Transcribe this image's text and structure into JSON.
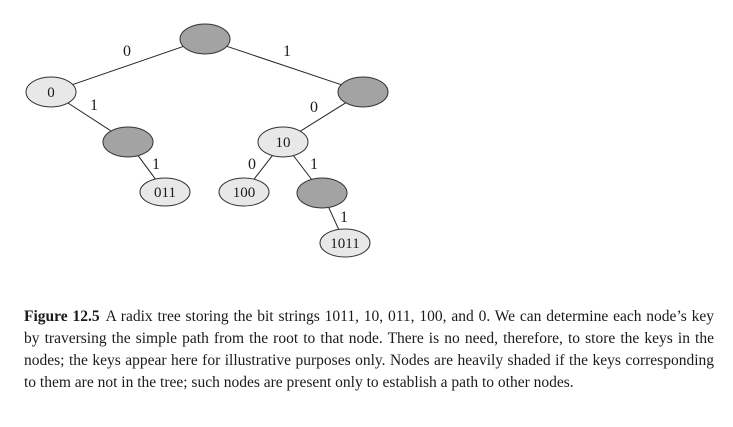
{
  "tree": {
    "nodes": [
      {
        "id": "root",
        "key": "",
        "shaded": true
      },
      {
        "id": "n0",
        "key": "0",
        "shaded": false
      },
      {
        "id": "n1",
        "key": "",
        "shaded": true
      },
      {
        "id": "n01",
        "key": "",
        "shaded": true
      },
      {
        "id": "n10",
        "key": "10",
        "shaded": false
      },
      {
        "id": "n011",
        "key": "011",
        "shaded": false
      },
      {
        "id": "n100",
        "key": "100",
        "shaded": false
      },
      {
        "id": "n101",
        "key": "",
        "shaded": true
      },
      {
        "id": "n1011",
        "key": "1011",
        "shaded": false
      }
    ],
    "edges": [
      {
        "from": "root",
        "to": "n0",
        "bit": "0"
      },
      {
        "from": "root",
        "to": "n1",
        "bit": "1"
      },
      {
        "from": "n0",
        "to": "n01",
        "bit": "1"
      },
      {
        "from": "n1",
        "to": "n10",
        "bit": "0"
      },
      {
        "from": "n01",
        "to": "n011",
        "bit": "1"
      },
      {
        "from": "n10",
        "to": "n100",
        "bit": "0"
      },
      {
        "from": "n10",
        "to": "n101",
        "bit": "1"
      },
      {
        "from": "n101",
        "to": "n1011",
        "bit": "1"
      }
    ],
    "colors": {
      "shaded": "#a3a3a3",
      "unshaded": "#e8e8e8"
    }
  },
  "caption": {
    "label": "Figure 12.5",
    "text": "A radix tree storing the bit strings 1011, 10, 011, 100, and 0. We can determine each node’s key by traversing the simple path from the root to that node. There is no need, therefore, to store the keys in the nodes; the keys appear here for illustrative purposes only. Nodes are heavily shaded if the keys corresponding to them are not in the tree; such nodes are present only to establish a path to other nodes."
  }
}
